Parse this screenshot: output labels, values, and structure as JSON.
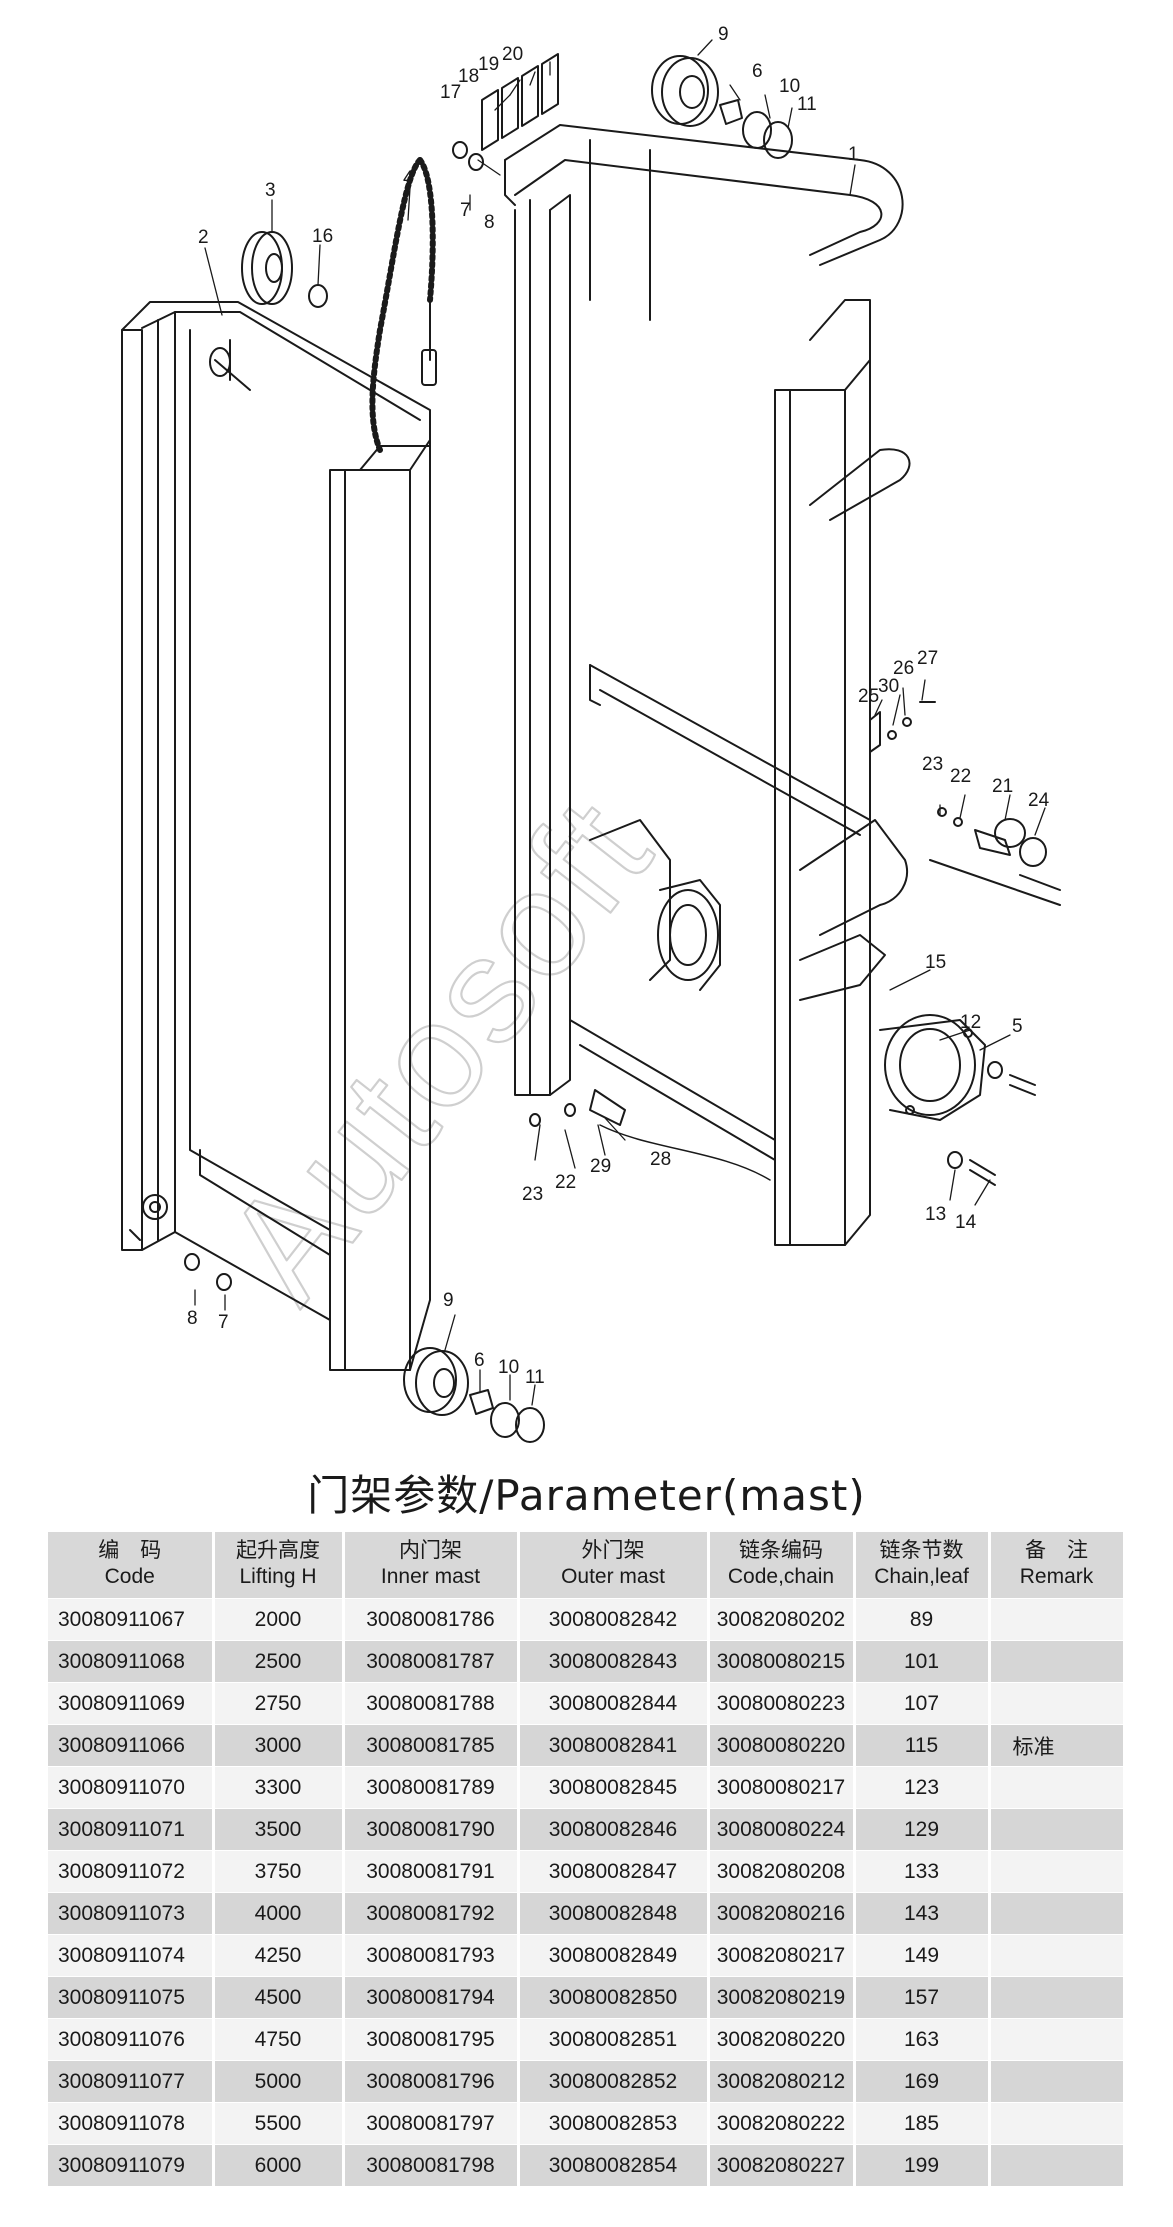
{
  "diagram": {
    "watermark": "Autosoft",
    "callouts": [
      {
        "id": "c1",
        "text": "1"
      },
      {
        "id": "c2",
        "text": "2"
      },
      {
        "id": "c3",
        "text": "3"
      },
      {
        "id": "c4",
        "text": "4"
      },
      {
        "id": "c5",
        "text": "5"
      },
      {
        "id": "c6a",
        "text": "6"
      },
      {
        "id": "c6b",
        "text": "6"
      },
      {
        "id": "c7a",
        "text": "7"
      },
      {
        "id": "c7b",
        "text": "7"
      },
      {
        "id": "c8a",
        "text": "8"
      },
      {
        "id": "c8b",
        "text": "8"
      },
      {
        "id": "c9a",
        "text": "9"
      },
      {
        "id": "c9b",
        "text": "9"
      },
      {
        "id": "c10a",
        "text": "10"
      },
      {
        "id": "c10b",
        "text": "10"
      },
      {
        "id": "c11a",
        "text": "11"
      },
      {
        "id": "c11b",
        "text": "11"
      },
      {
        "id": "c12",
        "text": "12"
      },
      {
        "id": "c13",
        "text": "13"
      },
      {
        "id": "c14",
        "text": "14"
      },
      {
        "id": "c15",
        "text": "15"
      },
      {
        "id": "c16",
        "text": "16"
      },
      {
        "id": "c17",
        "text": "17"
      },
      {
        "id": "c18",
        "text": "18"
      },
      {
        "id": "c19",
        "text": "19"
      },
      {
        "id": "c20",
        "text": "20"
      },
      {
        "id": "c21",
        "text": "21"
      },
      {
        "id": "c22a",
        "text": "22"
      },
      {
        "id": "c22b",
        "text": "22"
      },
      {
        "id": "c23a",
        "text": "23"
      },
      {
        "id": "c23b",
        "text": "23"
      },
      {
        "id": "c24",
        "text": "24"
      },
      {
        "id": "c25",
        "text": "25"
      },
      {
        "id": "c26",
        "text": "26"
      },
      {
        "id": "c27",
        "text": "27"
      },
      {
        "id": "c28",
        "text": "28"
      },
      {
        "id": "c29",
        "text": "29"
      },
      {
        "id": "c30",
        "text": "30"
      }
    ]
  },
  "table": {
    "title": "门架参数/Parameter(mast)",
    "headers": [
      {
        "cn": "编　码",
        "en": "Code"
      },
      {
        "cn": "起升高度",
        "en": "Lifting H"
      },
      {
        "cn": "内门架",
        "en": "Inner mast"
      },
      {
        "cn": "外门架",
        "en": "Outer mast"
      },
      {
        "cn": "链条编码",
        "en": "Code,chain"
      },
      {
        "cn": "链条节数",
        "en": "Chain,leaf"
      },
      {
        "cn": "备　注",
        "en": "Remark"
      }
    ],
    "rows": [
      [
        "30080911067",
        "2000",
        "30080081786",
        "30080082842",
        "30082080202",
        "89",
        ""
      ],
      [
        "30080911068",
        "2500",
        "30080081787",
        "30080082843",
        "30080080215",
        "101",
        ""
      ],
      [
        "30080911069",
        "2750",
        "30080081788",
        "30080082844",
        "30080080223",
        "107",
        ""
      ],
      [
        "30080911066",
        "3000",
        "30080081785",
        "30080082841",
        "30080080220",
        "115",
        "标准"
      ],
      [
        "30080911070",
        "3300",
        "30080081789",
        "30080082845",
        "30080080217",
        "123",
        ""
      ],
      [
        "30080911071",
        "3500",
        "30080081790",
        "30080082846",
        "30080080224",
        "129",
        ""
      ],
      [
        "30080911072",
        "3750",
        "30080081791",
        "30080082847",
        "30082080208",
        "133",
        ""
      ],
      [
        "30080911073",
        "4000",
        "30080081792",
        "30080082848",
        "30082080216",
        "143",
        ""
      ],
      [
        "30080911074",
        "4250",
        "30080081793",
        "30080082849",
        "30082080217",
        "149",
        ""
      ],
      [
        "30080911075",
        "4500",
        "30080081794",
        "30080082850",
        "30082080219",
        "157",
        ""
      ],
      [
        "30080911076",
        "4750",
        "30080081795",
        "30080082851",
        "30082080220",
        "163",
        ""
      ],
      [
        "30080911077",
        "5000",
        "30080081796",
        "30080082852",
        "30082080212",
        "169",
        ""
      ],
      [
        "30080911078",
        "5500",
        "30080081797",
        "30080082853",
        "30082080222",
        "185",
        ""
      ],
      [
        "30080911079",
        "6000",
        "30080081798",
        "30080082854",
        "30082080227",
        "199",
        ""
      ]
    ]
  }
}
